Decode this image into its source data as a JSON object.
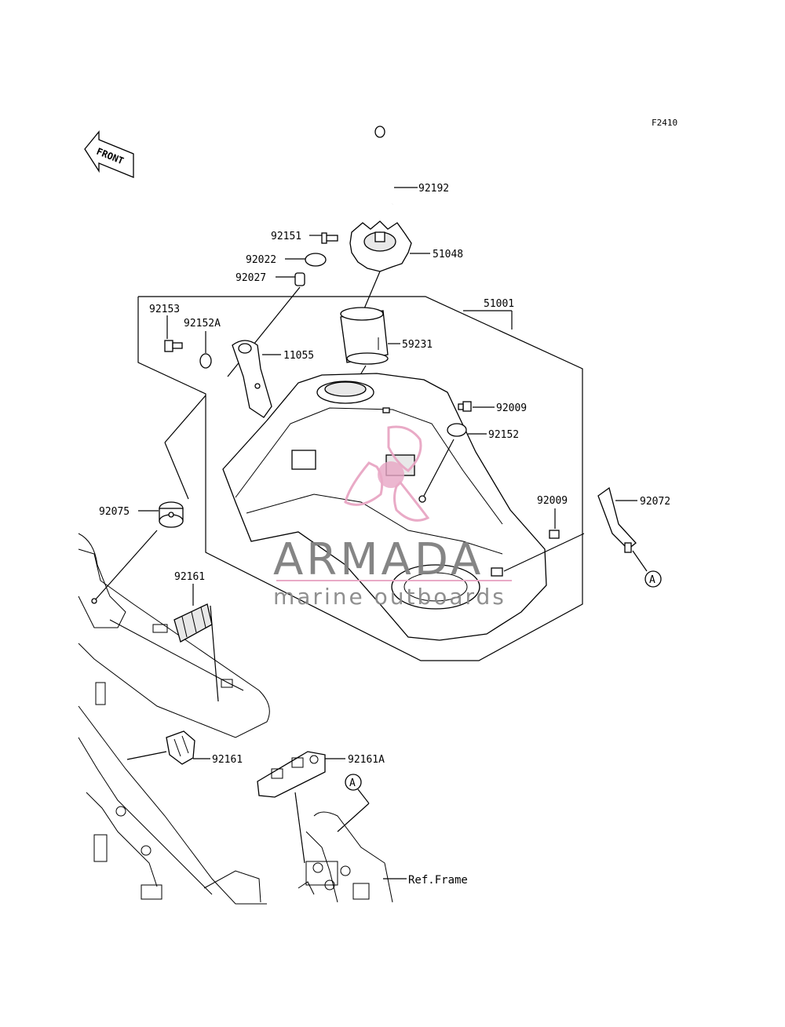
{
  "figure_id": "F2410",
  "front_label": "FRONT",
  "watermark": {
    "title": "ARMADA",
    "subtitle": "marine outboards",
    "colors": {
      "logo": "#e8a6c4",
      "title": "#7f7f7f"
    }
  },
  "parts": {
    "p92192": "92192",
    "p92151": "92151",
    "p51048": "51048",
    "p92022": "92022",
    "p92027": "92027",
    "p51001": "51001",
    "p92153": "92153",
    "p92152A": "92152A",
    "p11055": "11055",
    "p59231": "59231",
    "p92009a": "92009",
    "p92152": "92152",
    "p92009b": "92009",
    "p92072": "92072",
    "p92075": "92075",
    "p92161a": "92161",
    "p92161b": "92161",
    "p92161A": "92161A",
    "ref_frame": "Ref.Frame"
  },
  "callouts": {
    "a1": "A",
    "a2": "A"
  }
}
